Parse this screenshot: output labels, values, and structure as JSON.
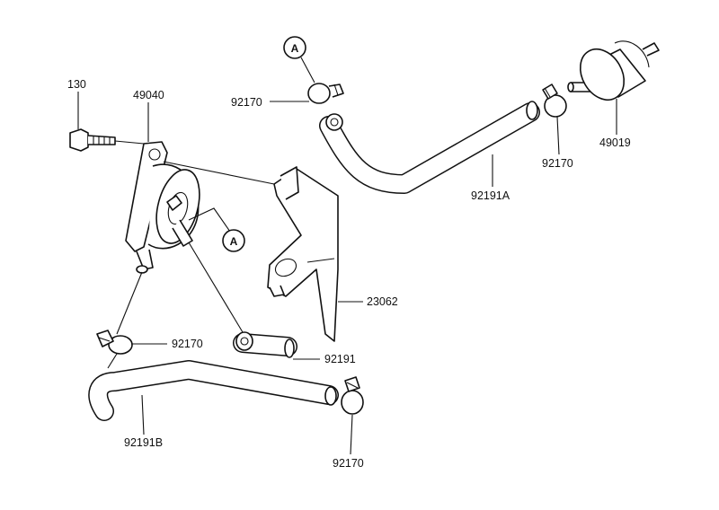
{
  "labels": {
    "bolt": "130",
    "fuel_pump": "49040",
    "clamp_top_left": "92170",
    "clamp_top_right": "92170",
    "fuel_filter": "49019",
    "hose_top": "92191A",
    "bracket": "23062",
    "clamp_mid_left": "92170",
    "hose_short": "92191",
    "hose_bottom": "92191B",
    "clamp_bottom_right": "92170"
  },
  "callouts": {
    "top": "A",
    "pump": "A"
  }
}
